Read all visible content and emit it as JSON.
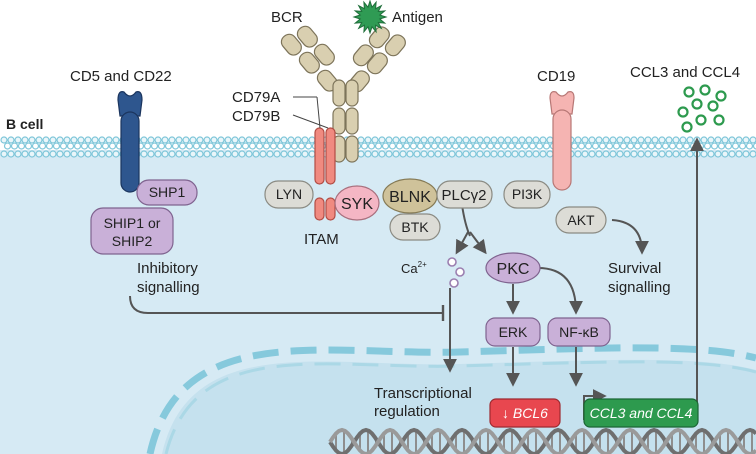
{
  "labels": {
    "bcr": "BCR",
    "antigen": "Antigen",
    "cd5_cd22": "CD5 and CD22",
    "cd19": "CD19",
    "ccl_top": "CCL3 and CCL4",
    "b_cell": "B cell",
    "cd79a": "CD79A",
    "cd79b": "CD79B",
    "itam": "ITAM",
    "lyn": "LYN",
    "syk": "SYK",
    "blnk": "BLNK",
    "plcg2": "PLCγ2",
    "pi3k": "PI3K",
    "btk": "BTK",
    "akt": "AKT",
    "shp1": "SHP1",
    "ship_line1": "SHIP1 or",
    "ship_line2": "SHIP2",
    "inhib_line1": "Inhibitory",
    "inhib_line2": "signalling",
    "calcium": "Ca",
    "calcium_sup": "2+",
    "pkc": "PKC",
    "survival_line1": "Survival",
    "survival_line2": "signalling",
    "erk": "ERK",
    "nfkb": "NF-κB",
    "transcr_line1": "Transcriptional",
    "transcr_line2": "regulation",
    "bcl6": "↓ BCL6",
    "ccl_gene": "CCL3 and CCL4"
  },
  "colors": {
    "cytoplasm": "#d6eaf4",
    "membrane_bead": "#7fc6d9",
    "nucleus": "#c5e1ee",
    "nuclear_envelope": "#86c9dc",
    "receptor_tan": "#d9cfb0",
    "cd79_salmon": "#f08a80",
    "grey_protein": "#dcdcd6",
    "syk_pink": "#f4b6c4",
    "blnk_tan": "#cfc29a",
    "phosphatase_purple": "#c9b0d8",
    "cd5_blue": "#2e568e",
    "cd19_pink": "#f5b4b2",
    "antigen_green": "#2f9b54",
    "bcl6_red": "#e8474f",
    "ccl_green": "#2d9a4e",
    "arrow": "#555555"
  }
}
